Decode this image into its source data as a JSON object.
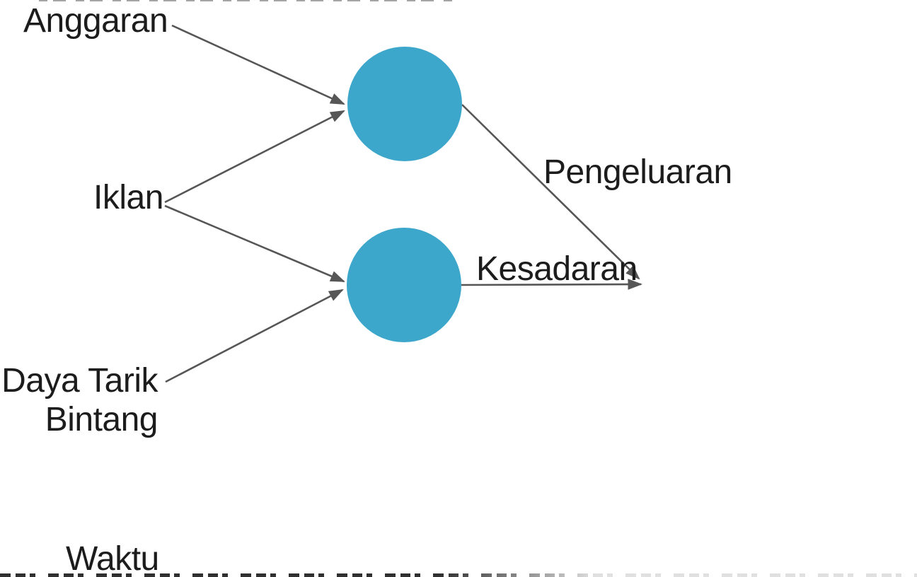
{
  "diagram": {
    "colors": {
      "node_fill": "#3DA7CB",
      "edge": "#565656",
      "label_text": "#1C1C1C",
      "background": "#FFFFFF"
    },
    "labels": {
      "anggaran": "Anggaran",
      "iklan": "Iklan",
      "daya_tarik_line1": "Daya Tarik",
      "daya_tarik_line2": "Bintang",
      "waktu": "Waktu",
      "pengeluaran": "Pengeluaran",
      "kesadaran": "Kesadaran"
    },
    "structure": {
      "nodes": [
        "unlabeled-circle-top",
        "unlabeled-circle-bottom"
      ],
      "edges": [
        {
          "from": "Anggaran",
          "to": "unlabeled-circle-top"
        },
        {
          "from": "Iklan",
          "to": "unlabeled-circle-top"
        },
        {
          "from": "Iklan",
          "to": "unlabeled-circle-bottom"
        },
        {
          "from": "Daya Tarik Bintang",
          "to": "unlabeled-circle-bottom"
        },
        {
          "from": "unlabeled-circle-top",
          "to": "convergence-point",
          "label": "Pengeluaran"
        },
        {
          "from": "unlabeled-circle-bottom",
          "to": "convergence-point",
          "label": "Kesadaran"
        }
      ]
    }
  }
}
